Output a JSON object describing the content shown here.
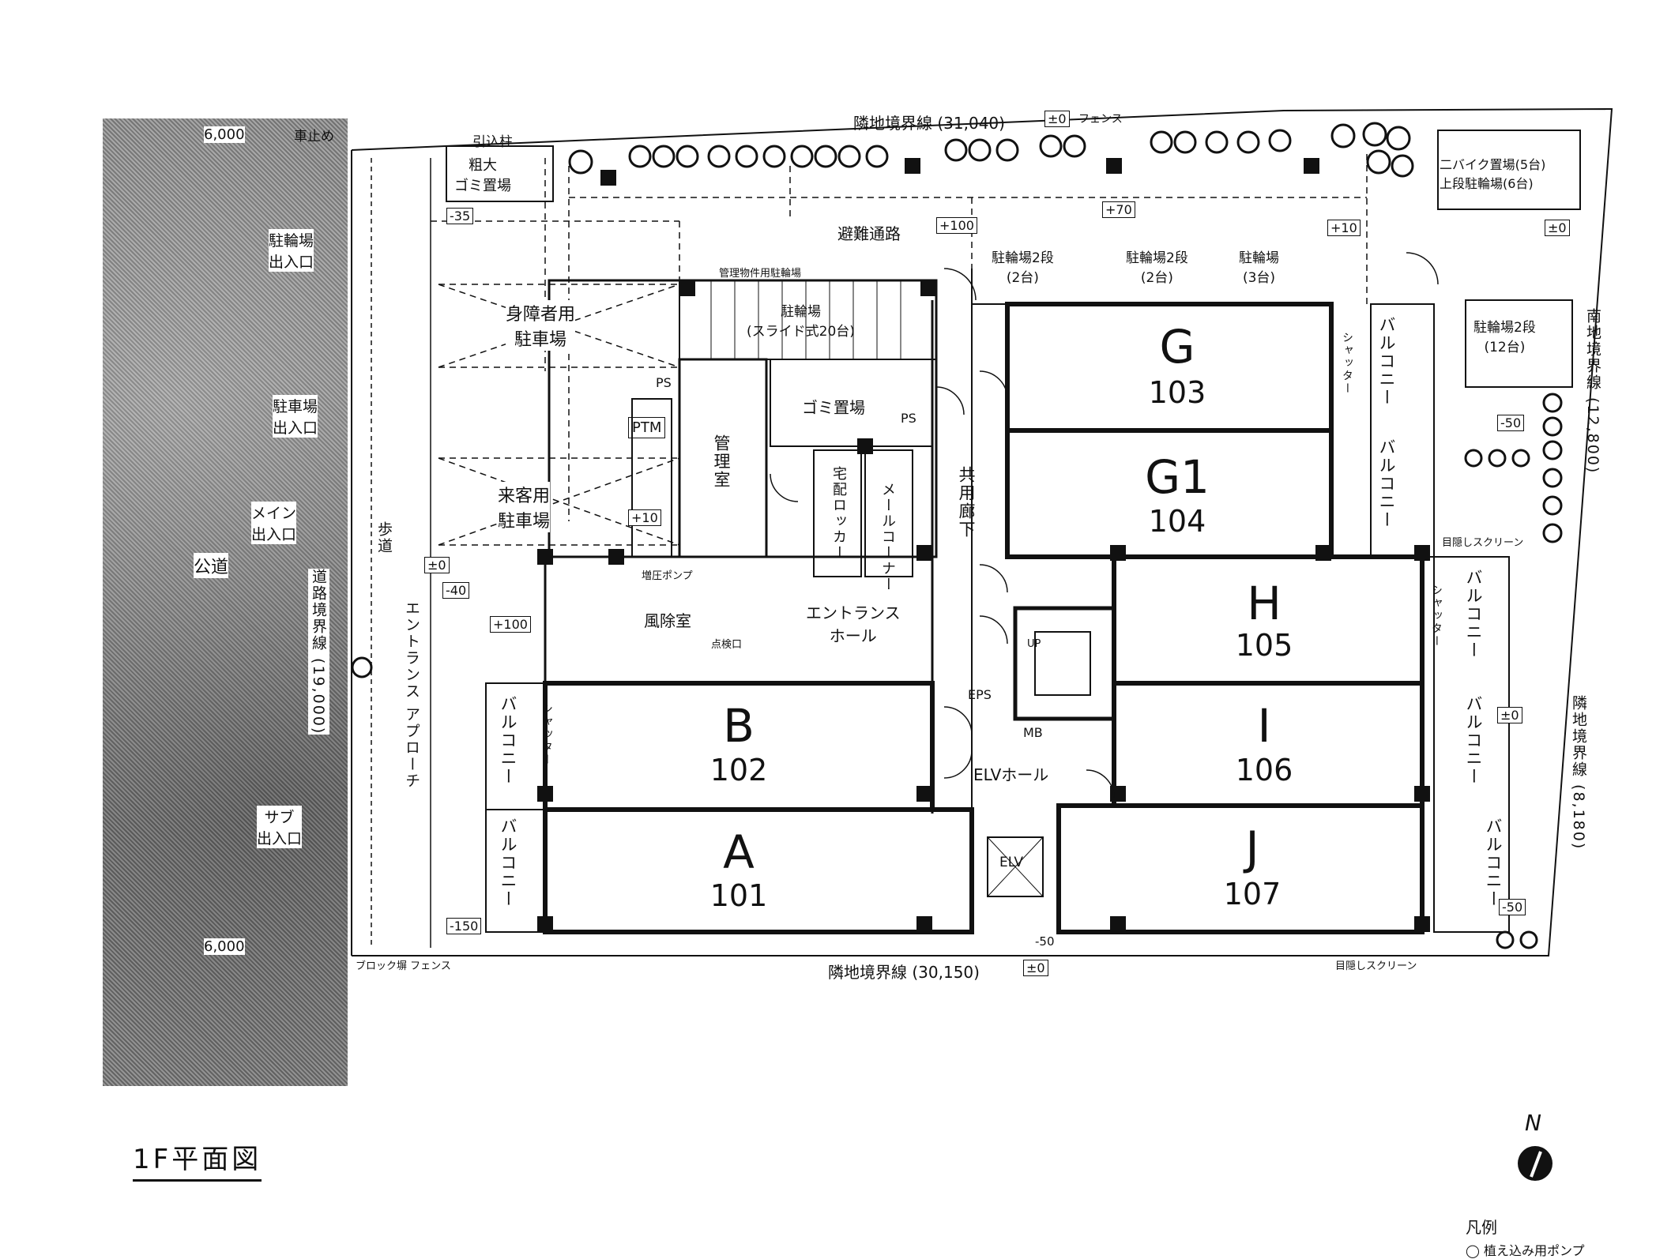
{
  "title": "1F平面図",
  "north_label": "N",
  "legend": {
    "title": "凡例",
    "item": "◯ 植え込み用ポンプ"
  },
  "boundary": {
    "north": "隣地境界線 (31,040)",
    "south": "隣地境界線 (30,150)",
    "east_upper": "南地境界線 (12,800)",
    "east_lower": "隣地境界線 (8,180)",
    "west": "道路境界線 (19,000)",
    "road_width_top": "6,000",
    "road_width_bottom": "6,000",
    "road": "公道"
  },
  "units": [
    {
      "id": "G",
      "number": "103"
    },
    {
      "id": "G1",
      "number": "104"
    },
    {
      "id": "H",
      "number": "105"
    },
    {
      "id": "I",
      "number": "106"
    },
    {
      "id": "J",
      "number": "107"
    },
    {
      "id": "B",
      "number": "102"
    },
    {
      "id": "A",
      "number": "101"
    }
  ],
  "rooms": {
    "windbreak": "風除室",
    "entrance_hall": "エントランス\nホール",
    "manager": "管理室",
    "garbage": "ゴミ置場",
    "bulky_garbage": "粗大\nゴミ置場",
    "delivery_locker": "宅配ロッカー",
    "mail_corner": "メールコーナー",
    "corridor": "共用廊下",
    "elv_hall": "ELVホール",
    "elv": "ELV",
    "evacuation": "避難通路",
    "ptm": "PTM",
    "ps1": "PS",
    "ps2": "PS",
    "eps": "EPS",
    "mb": "MB",
    "up": "UP",
    "pump": "増圧ポンプ",
    "checker": "点検口",
    "bike_main": "駐輪場\n(スライド式20台)",
    "bike_top": "駐輪場2段\n(2台)",
    "bike_top2": "駐輪場2段\n(2台)",
    "bike_top3": "駐輪場\n(3台)",
    "bike_ne": "二バイク置場(5台)\n上段駐輪場(6台)",
    "bike_e": "駐輪場2段\n(12台)",
    "parking_disabled": "身障者用\n駐車場",
    "parking_guest": "来客用\n駐車場",
    "gate_bike": "駐輪場\n出入口",
    "gate_car": "駐車場\n出入口",
    "gate_main": "メイン\n出入口",
    "gate_sub": "サブ\n出入口",
    "approach": "エントランス\nアプローチ",
    "walkway": "歩道",
    "balcony": "バルコニー",
    "shutter": "シャッター",
    "screen": "目隠しスクリーン",
    "fence": "フェンス",
    "block_fence": "ブロック塀 フェンス",
    "pillar": "引込柱",
    "car_stop": "車止め",
    "bike_tenant": "管理物件用駐輪場"
  },
  "elevations": [
    "±0",
    "+70",
    "+100",
    "+10",
    "±0",
    "-35",
    "-40",
    "+10",
    "+100",
    "-150",
    "±0",
    "-50",
    "±0",
    "-50",
    "±0",
    "-50"
  ],
  "colors": {
    "ink": "#111111",
    "paper": "#ffffff",
    "road": "#6a6a6a"
  }
}
